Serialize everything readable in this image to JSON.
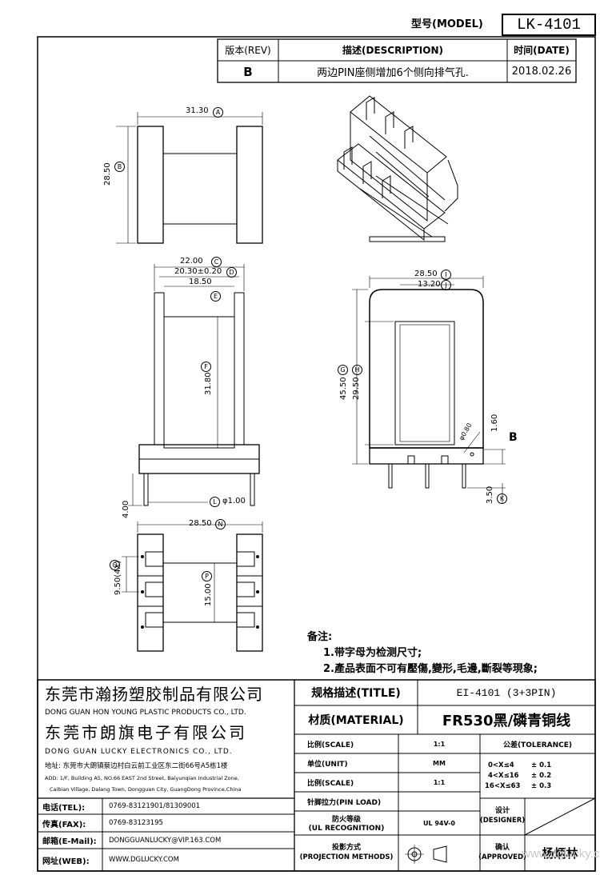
{
  "header": {
    "model_label": "型号(MODEL)",
    "model_value": "LK-4101"
  },
  "revision": {
    "headers": {
      "rev": "版本(REV)",
      "desc": "描述(DESCRIPTION)",
      "date": "时间(DATE)"
    },
    "row": {
      "rev": "B",
      "desc": "两边PIN座侧增加6个侧向排气孔.",
      "date": "2018.02.26"
    }
  },
  "dimensions": {
    "top_width": "31.30",
    "top_height": "28.50",
    "A": "A",
    "B": "B",
    "front_w1": "22.00",
    "front_w2": "20.30±0.20",
    "front_w3": "18.50",
    "C": "C",
    "D": "D",
    "E": "E",
    "F": "F",
    "front_h": "31.80",
    "pin_len": "4.00",
    "pin_dia": "φ1.00",
    "L": "L",
    "side_w1": "28.50",
    "side_w2": "13.20",
    "G": "G",
    "H": "H",
    "I": "I",
    "J": "J",
    "K": "K",
    "side_h1": "45.50",
    "side_h2": "29.50",
    "side_r": "φ0.80",
    "side_gap": "1.60",
    "side_pin": "3.50",
    "side_B_label": "B",
    "bottom_w": "28.50",
    "bottom_pitch": "9.50(4X)",
    "bottom_h": "15.00",
    "O": "O",
    "P": "P"
  },
  "notes": {
    "title": "备注:",
    "items": [
      "1.带字母为检测尺寸;",
      "2.產品表面不可有壓傷,變形,毛邊,斷裂等現象;"
    ]
  },
  "company": {
    "cn1": "东莞市瀚扬塑胶制品有限公司",
    "en1": "DONG GUAN HON YOUNG PLASTIC PRODUCTS CO., LTD.",
    "cn2": "东莞市朗旗电子有限公司",
    "en2": "DONG GUAN LUCKY ELECTRONICS CO., LTD.",
    "addr_cn": "地址: 东莞市大朗镇蔡边村白云前工业区东二街66号A5栋1楼",
    "addr_en1": "ADD: 1/F, Building A5, NO.66 EAST 2nd Street, Baiyunqian Industrial Zone,",
    "addr_en2": "Caibian Village, Dalang Town, Dongguan City, GuangDong Province,China"
  },
  "contact": [
    {
      "label": "电话(TEL):",
      "value": "0769-83121901/81309001"
    },
    {
      "label": "传真(FAX):",
      "value": "0769-83123195"
    },
    {
      "label": "邮箱(E-Mail):",
      "value": "DONGGUANLUCKY@VIP.163.COM"
    },
    {
      "label": "网址(WEB):",
      "value": "WWW.DGLUCKY.COM"
    }
  ],
  "title_block": {
    "title_label": "规格描述(TITLE)",
    "title_value": "EI-4101 (3+3PIN)",
    "material_label": "材质(MATERIAL)",
    "material_value": "FR530黑/磷青铜线",
    "scale_label": "比例(SCALE)",
    "scale_value": "1:1",
    "unit_label": "单位(UNIT)",
    "unit_value": "MM",
    "scale2_label": "比例(SCALE)",
    "scale2_value": "1:1",
    "pin_label": "针脚拉力(PIN LOAD)",
    "ul_label1": "防火等级",
    "ul_label2": "(UL RECOGNITION)",
    "ul_value": "UL 94V-0",
    "proj_label1": "投影方式",
    "proj_label2": "(PROJECTION METHODS)",
    "tol_label": "公差(TOLERANCE)",
    "tol": [
      {
        "range": "0<X≤4",
        "value": "± 0.1"
      },
      {
        "range": "4<X≤16",
        "value": "± 0.2"
      },
      {
        "range": "16<X≤63",
        "value": "± 0.3"
      }
    ],
    "designer_label1": "设计",
    "designer_label2": "(DESIGNER)",
    "approved_label1": "确认",
    "approved_label2": "(APPROVED)",
    "approved_value": "杨炳林",
    "watermark": "www.dglucky.com"
  }
}
